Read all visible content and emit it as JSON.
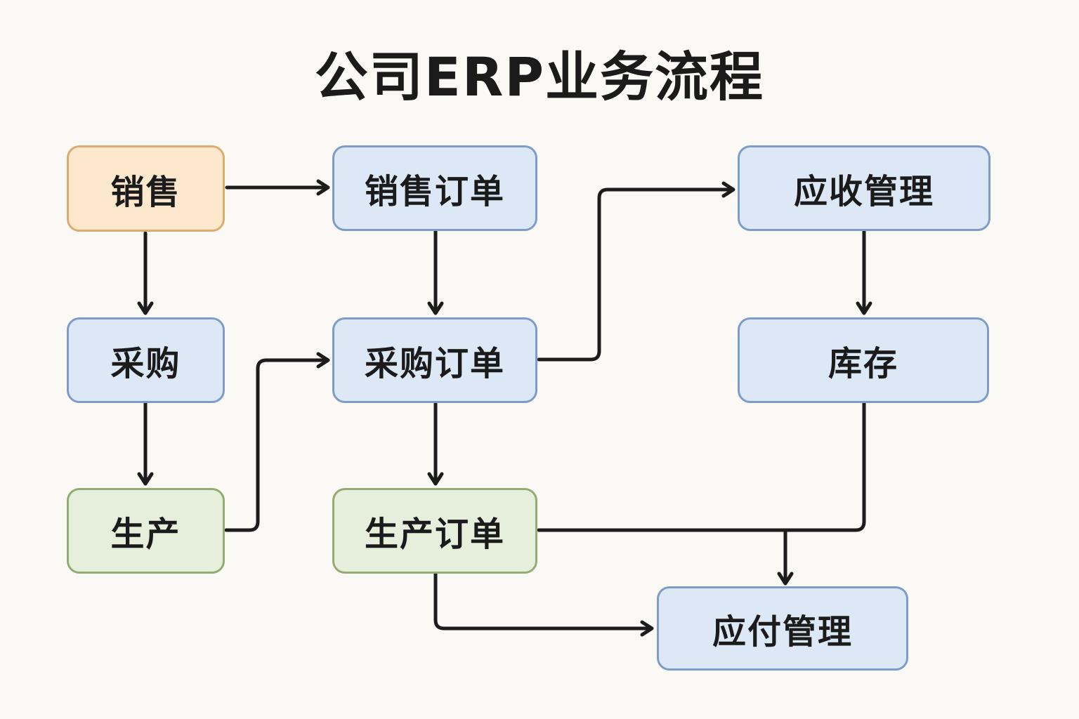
{
  "title": "公司ERP业务流程",
  "nodes": {
    "sales": "销售",
    "sales_order": "销售订单",
    "receivables": "应收管理",
    "purchasing": "采购",
    "purchase_order": "采购订单",
    "inventory": "库存",
    "production": "生产",
    "production_order": "生产订单",
    "payables": "应付管理"
  },
  "edges": [
    {
      "from": "销售",
      "to": "销售订单"
    },
    {
      "from": "销售",
      "to": "采购"
    },
    {
      "from": "销售订单",
      "to": "采购订单"
    },
    {
      "from": "采购",
      "to": "生产"
    },
    {
      "from": "生产",
      "to": "采购订单"
    },
    {
      "from": "采购订单",
      "to": "应收管理"
    },
    {
      "from": "应收管理",
      "to": "库存"
    },
    {
      "from": "采购订单",
      "to": "生产订单"
    },
    {
      "from": "库存",
      "to": "应付管理"
    },
    {
      "from": "生产订单",
      "to": "应付管理"
    }
  ],
  "colors": {
    "background": "#faf9f6",
    "line": "#1c1c1c",
    "text": "#1b1b1b",
    "orange_fill": "#fde8cd",
    "orange_border": "#ddab6d",
    "blue_fill": "#dde8f6",
    "blue_border": "#7f9cc9",
    "green_fill": "#e6efdc",
    "green_border": "#95ab74"
  }
}
